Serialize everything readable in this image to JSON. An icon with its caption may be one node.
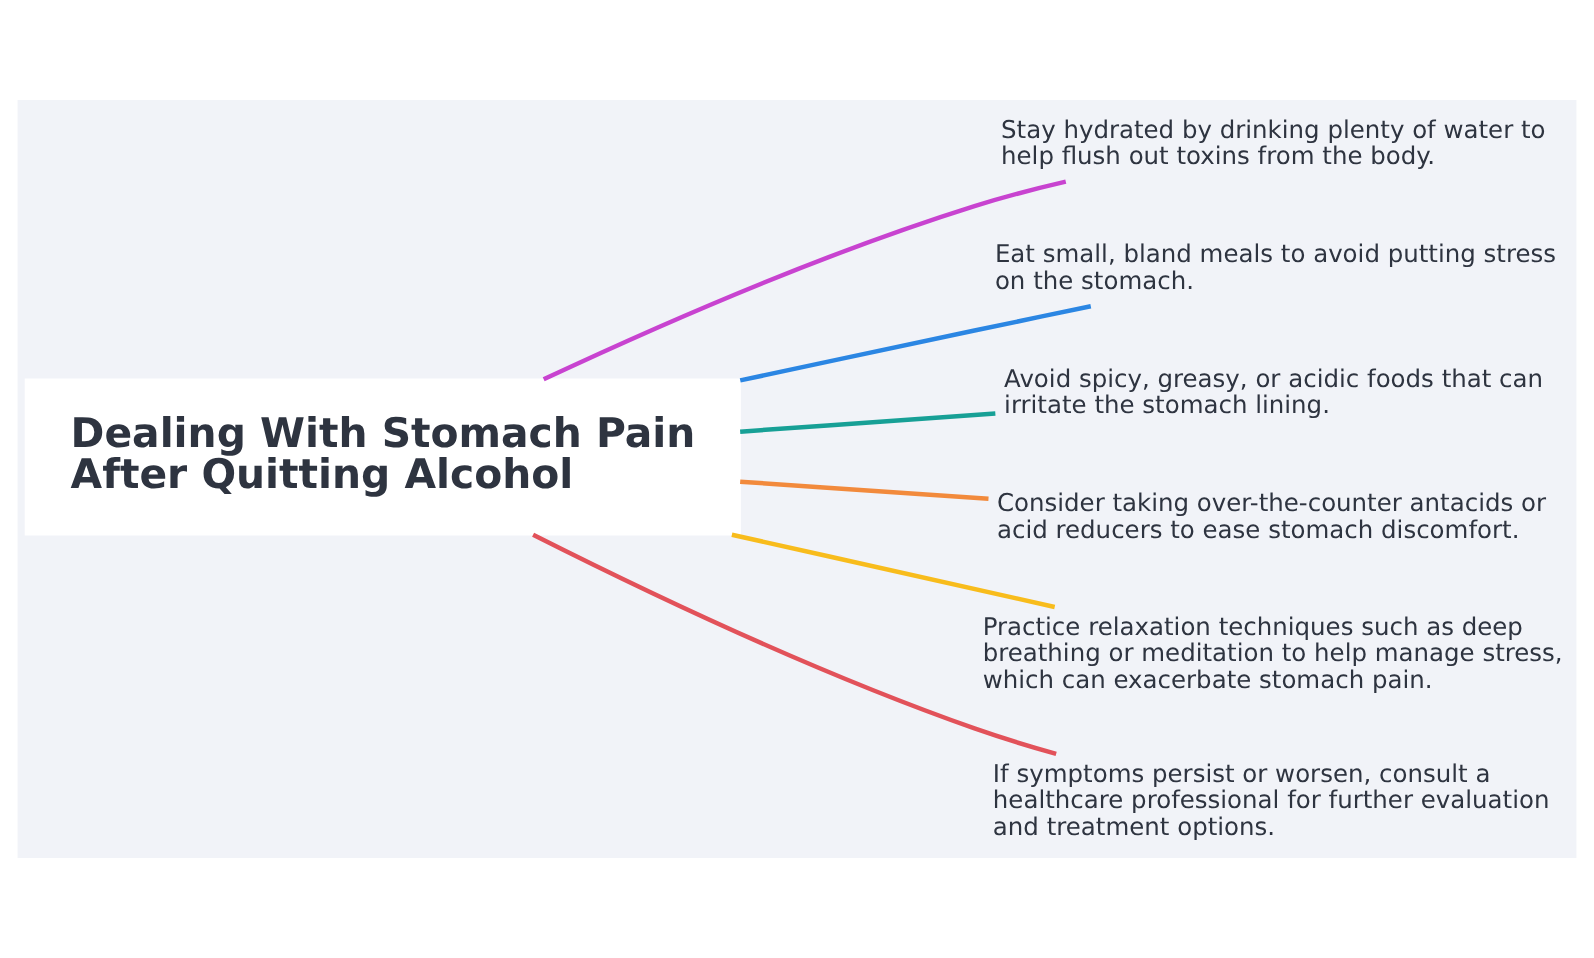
{
  "diagram": {
    "nodes": [
      {
        "text": [
          "Dealing With Stomach Pain After Quitting Alcohol"
        ]
      },
      {
        "text": [
          "Stay hydrated by drinking plenty of water to help flush out toxins from the body."
        ]
      },
      {
        "text": [
          "Eat small, bland meals to avoid putting stress on the stomach."
        ]
      },
      {
        "text": [
          "Avoid spicy, greasy, or acidic foods that can irritate the stomach lining."
        ]
      },
      {
        "text": [
          "Consider taking over-the-counter antacids or acid reducers to ease stomach discomfort."
        ]
      },
      {
        "text": [
          "Practice relaxation techniques such as deep breathing or meditation to help manage stress, which can exacerbate stomach pain."
        ]
      },
      {
        "text": [
          "If symptoms persist or worsen, consult a healthcare professional for further evaluation and treatment options."
        ]
      }
    ],
    "edges": [
      {
        "from": 0,
        "to": 1,
        "arrow": "none",
        "color": "#c843d0"
      },
      {
        "from": 0,
        "to": 2,
        "arrow": "none",
        "color": "#2b86e3"
      },
      {
        "from": 0,
        "to": 3,
        "arrow": "none",
        "color": "#17a096"
      },
      {
        "from": 0,
        "to": 4,
        "arrow": "none",
        "color": "#f28a3c"
      },
      {
        "from": 0,
        "to": 5,
        "arrow": "none",
        "color": "#f8bc1c"
      },
      {
        "from": 0,
        "to": 6,
        "arrow": "none",
        "color": "#e2525a"
      }
    ]
  }
}
